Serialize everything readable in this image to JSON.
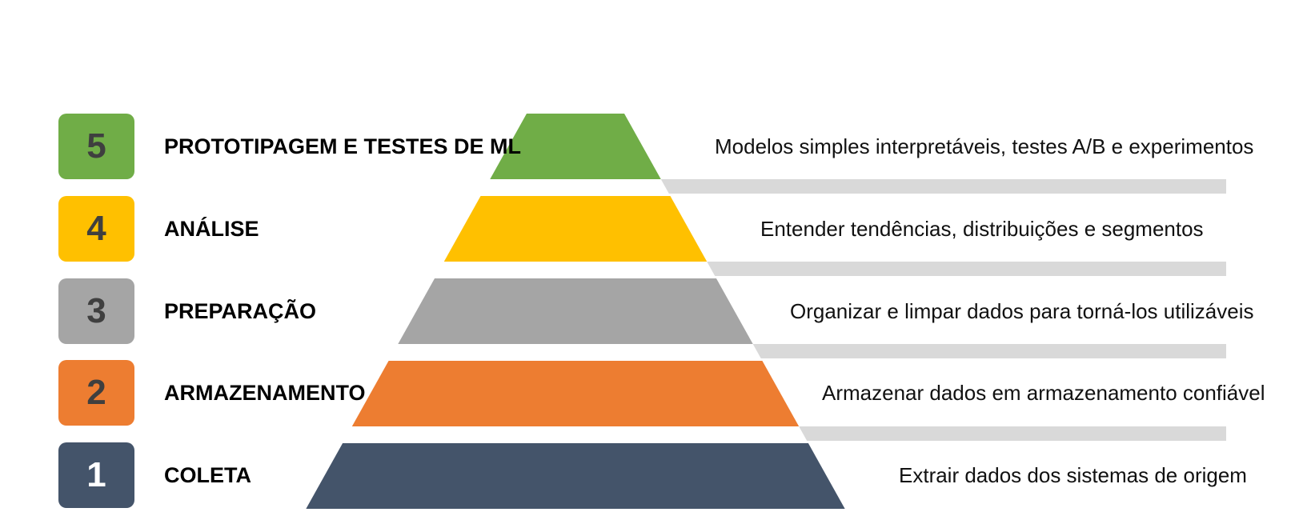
{
  "levels": [
    {
      "number": "5",
      "title": "PROTOTIPAGEM E TESTES DE ML",
      "description": "Modelos simples interpretáveis, testes A/B e experimentos",
      "color": "#70ad47"
    },
    {
      "number": "4",
      "title": "ANÁLISE",
      "description": "Entender tendências, distribuições e segmentos",
      "color": "#ffc000"
    },
    {
      "number": "3",
      "title": "PREPARAÇÃO",
      "description": "Organizar e limpar dados para torná-los utilizáveis",
      "color": "#a5a5a5"
    },
    {
      "number": "2",
      "title": "ARMAZENAMENTO",
      "description": "Armazenar dados em armazenamento confiável",
      "color": "#ed7d31"
    },
    {
      "number": "1",
      "title": "COLETA",
      "description": "Extrair dados dos sistemas de origem",
      "color": "#44546a"
    }
  ],
  "divider_color": "#d9d9d9"
}
